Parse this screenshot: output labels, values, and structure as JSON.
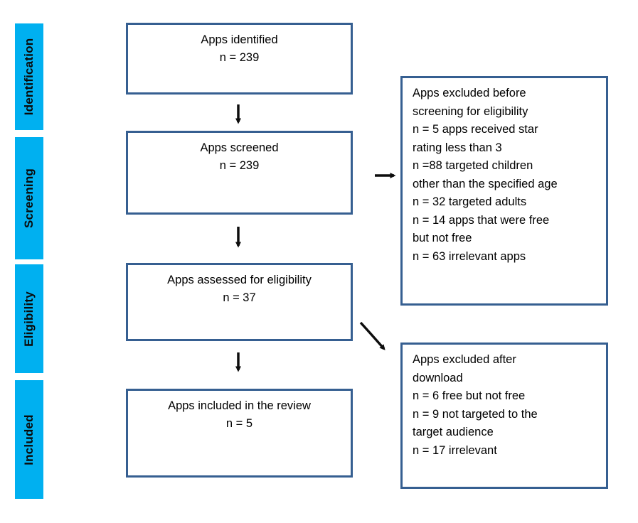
{
  "palette": {
    "stage_bar": "#00B0F0",
    "box_border": "#365F91",
    "arrow": "#0d0d0d",
    "text": "#000000"
  },
  "sidebar": {
    "items": [
      {
        "label": "Identification"
      },
      {
        "label": "Screening"
      },
      {
        "label": "Eligibility"
      },
      {
        "label": "Included"
      }
    ]
  },
  "flow": {
    "boxes": [
      {
        "title": "Apps identified",
        "count": "n = 239"
      },
      {
        "title": "Apps screened",
        "count": "n = 239"
      },
      {
        "title": "Apps assessed for eligibility",
        "count": "n = 37"
      },
      {
        "title": "Apps included in the review",
        "count": "n = 5"
      }
    ]
  },
  "side_boxes": [
    {
      "lines": [
        "Apps excluded before",
        "screening for eligibility",
        "n = 5 apps received star",
        "rating less than 3",
        "n =88 targeted children",
        "other than the specified age",
        "n = 32 targeted adults",
        "n = 14 apps that were free",
        "but not free",
        "n = 63 irrelevant apps"
      ]
    },
    {
      "lines": [
        "Apps excluded after",
        "download",
        "n = 6 free but not free",
        "n = 9 not targeted to the",
        "target audience",
        "n = 17 irrelevant"
      ]
    }
  ]
}
